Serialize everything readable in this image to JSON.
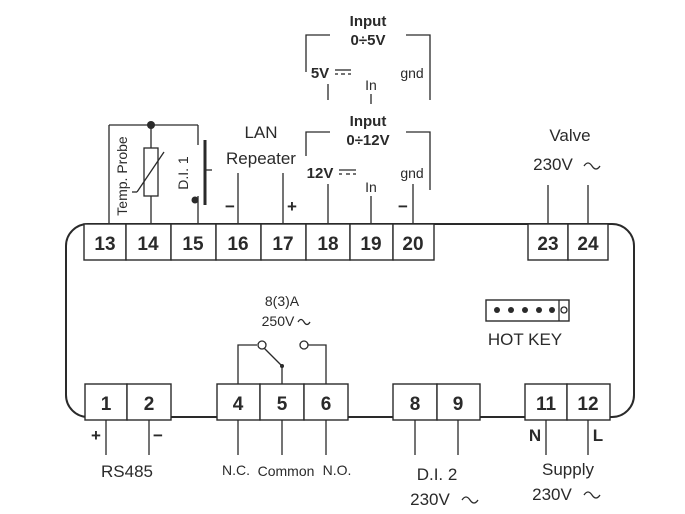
{
  "top_terminals": [
    "13",
    "14",
    "15",
    "16",
    "17",
    "18",
    "19",
    "20"
  ],
  "valve_terminals": [
    "23",
    "24"
  ],
  "rs485_terminals": [
    "1",
    "2"
  ],
  "relay_terminals": [
    "4",
    "5",
    "6"
  ],
  "di2_terminals": [
    "8",
    "9"
  ],
  "supply_terminals": [
    "11",
    "12"
  ],
  "labels": {
    "temp_probe": "Temp. Probe",
    "di1": "D.I. 1",
    "lan": "LAN",
    "repeater": "Repeater",
    "lan_minus": "−",
    "lan_plus": "+",
    "input5_title": "Input",
    "input5_range": "0÷5V",
    "input5_5v": "5V",
    "input5_in": "In",
    "input5_gnd": "gnd",
    "input12_title": "Input",
    "input12_range": "0÷12V",
    "input12_12v": "12V",
    "input12_in": "In",
    "input12_gnd": "gnd",
    "input12_minus": "−",
    "valve": "Valve",
    "valve_voltage": "230V",
    "relay_rating_a": "8(3)A",
    "relay_rating_v": "250V",
    "hot_key": "HOT KEY",
    "rs485": "RS485",
    "rs485_plus": "+",
    "rs485_minus": "−",
    "nc": "N.C.",
    "common": "Common",
    "no": "N.O.",
    "di2": "D.I. 2",
    "di2_voltage": "230V",
    "supply": "Supply",
    "supply_voltage": "230V",
    "supply_n": "N",
    "supply_l": "L"
  },
  "colors": {
    "line": "#2a2a2a",
    "background": "#ffffff"
  }
}
